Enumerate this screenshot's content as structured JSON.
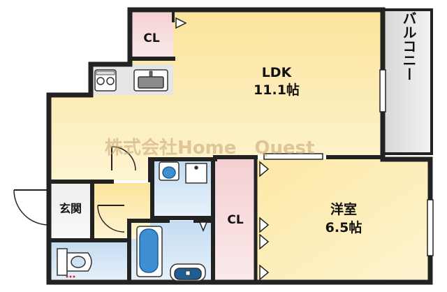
{
  "rooms": {
    "ldk": {
      "name": "LDK",
      "area": "11.1帖"
    },
    "western": {
      "name": "洋室",
      "area": "6.5帖"
    },
    "closet_top": {
      "name": "CL"
    },
    "closet_mid": {
      "name": "CL"
    },
    "entrance": {
      "name": "玄関"
    },
    "balcony": {
      "name": "バルコニー"
    }
  },
  "watermark": {
    "text": "株式会社Home　Quest"
  },
  "colors": {
    "wall": "#222222",
    "ldk_floor": "#fbe9a8",
    "western_floor": "#fbe9a8",
    "closet_floor": "#f6d6d6",
    "wet_floor": "#cfe2f3",
    "entrance_floor": "#f2f2f2",
    "balcony_floor": "#e4e4e4"
  },
  "icons": [
    "kitchen-stove-icon",
    "kitchen-sink-icon",
    "washbasin-icon",
    "shower-icon",
    "bathtub-icon",
    "toilet-icon",
    "door-swing-icon"
  ]
}
